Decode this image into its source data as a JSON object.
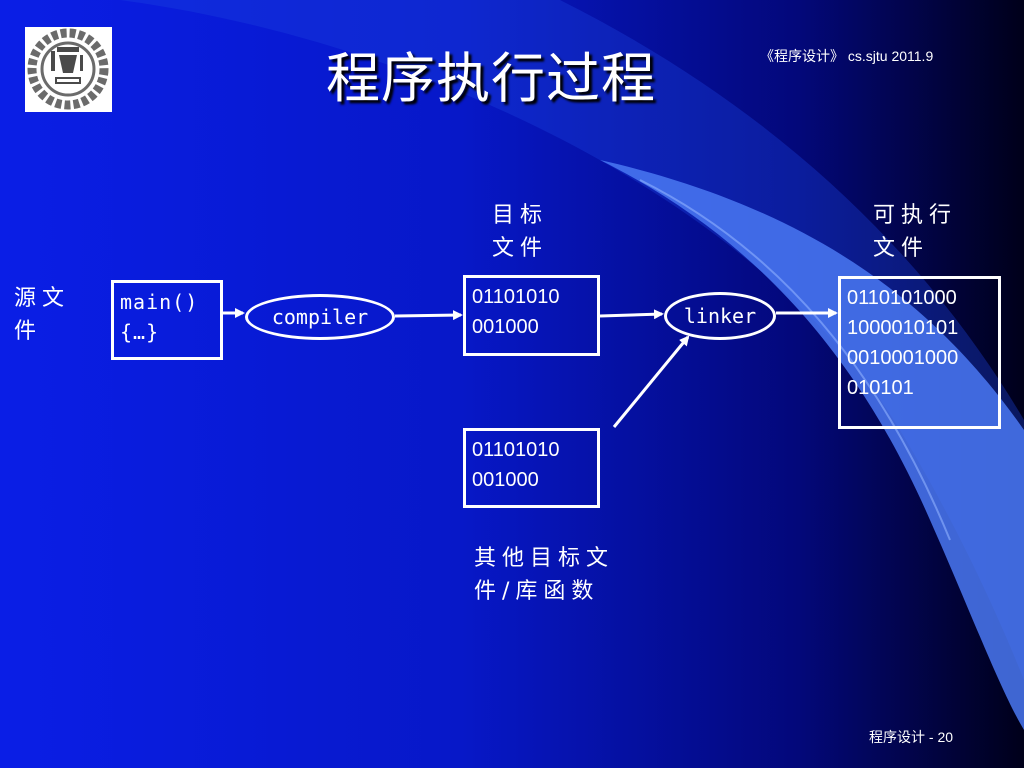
{
  "slide": {
    "course": "《程序设计》 cs.sjtu  2011.9",
    "title": "程序执行过程",
    "footer": "程序设计 - 20"
  },
  "diagram": {
    "source_label": "源文\n件",
    "source_code": "main()\n{…}",
    "compiler": "compiler",
    "object_label": "目标\n文件",
    "object_bits": "01101010\n001000",
    "other_bits": "01101010\n001000",
    "other_label": "其他目标文\n件/库函数",
    "linker": "linker",
    "exec_label": "可执行\n文件",
    "exec_bits": "0110101000\n1000010101\n0010001000\n010101"
  },
  "colors": {
    "background": "#0a1ee6",
    "swoosh": "#3b6af0",
    "text": "#ffffff"
  },
  "icons": {
    "logo": "sjtu-emblem-icon"
  }
}
